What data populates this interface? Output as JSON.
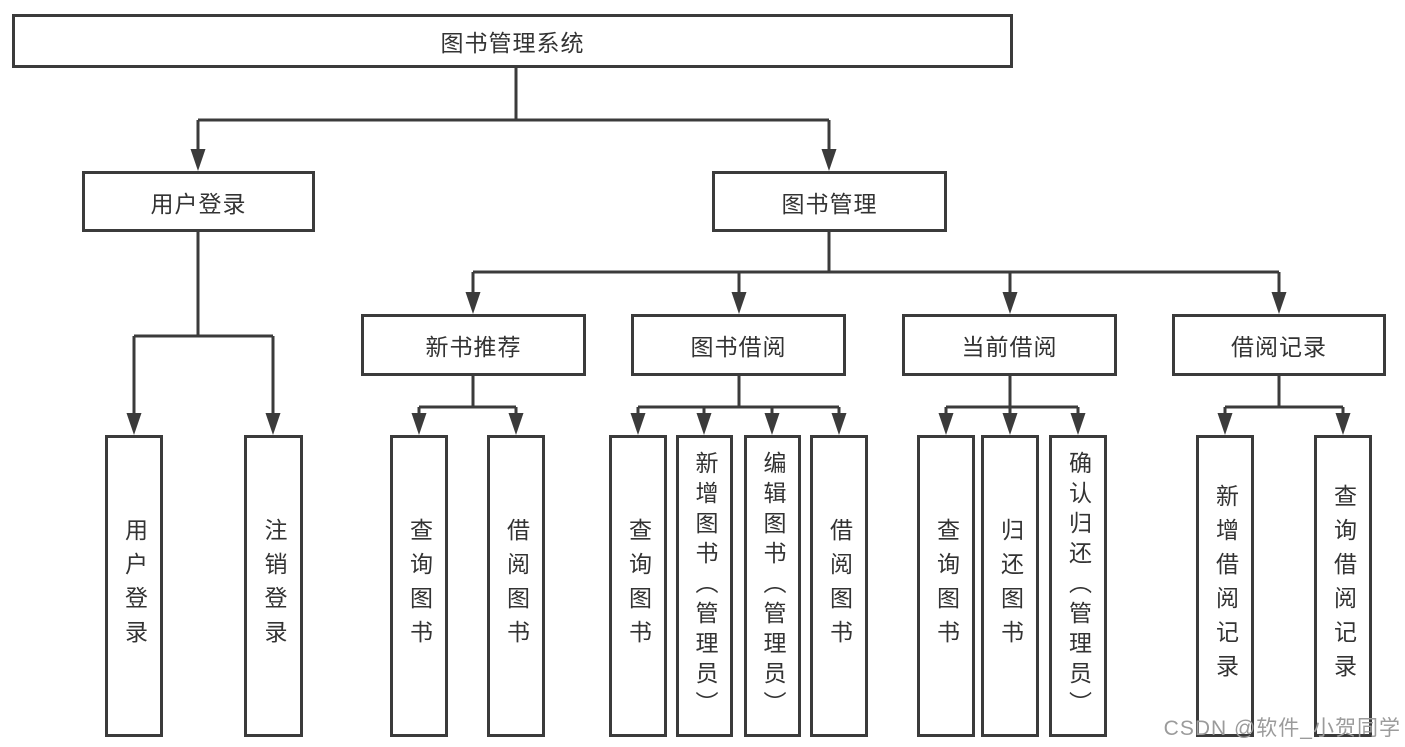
{
  "nodes": {
    "root": "图书管理系统",
    "user_login": "用户登录",
    "book_mgmt": "图书管理",
    "new_book_rec": "新书推荐",
    "book_borrow": "图书借阅",
    "current_borrow": "当前借阅",
    "borrow_records": "借阅记录",
    "leaves_user": [
      "用户登录",
      "注销登录"
    ],
    "leaves_new_book": [
      "查询图书",
      "借阅图书"
    ],
    "leaves_borrow": [
      "查询图书",
      "新增图书（管理员）",
      "编辑图书（管理员）",
      "借阅图书"
    ],
    "leaves_current": [
      "查询图书",
      "归还图书",
      "确认归还（管理员）"
    ],
    "leaves_records": [
      "新增借阅记录",
      "查询借阅记录"
    ]
  },
  "watermark": "CSDN @软件_小贺同学",
  "colors": {
    "line": "#3b3b3b",
    "text": "#333333",
    "watermark": "#9b9b9b",
    "background": "#ffffff"
  }
}
